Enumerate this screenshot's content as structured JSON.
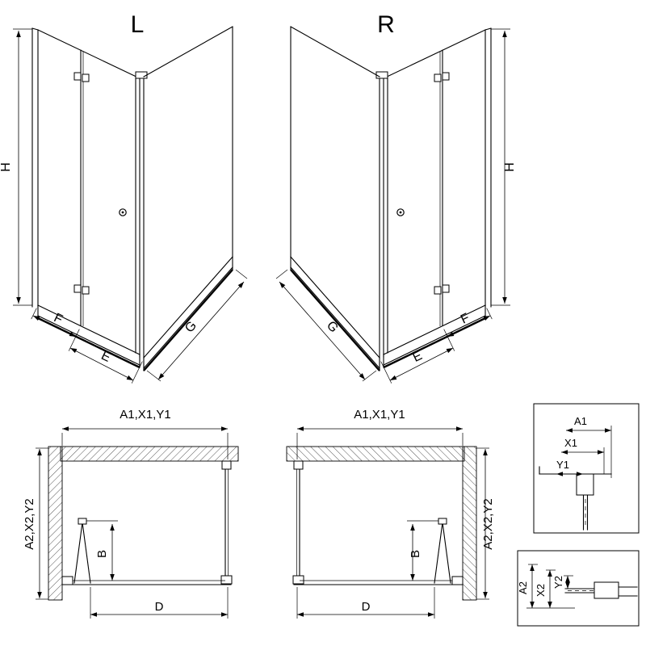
{
  "drawing": {
    "background": "#ffffff",
    "ink": "#000000"
  },
  "perspective_views": {
    "left": {
      "variant": "L",
      "height": "H",
      "fold_width": "F",
      "entry": "E",
      "side_panel": "G"
    },
    "right": {
      "variant": "R",
      "height": "H",
      "fold_width": "F",
      "entry": "E",
      "side_panel": "G"
    }
  },
  "plan_views": {
    "left": {
      "top_dims": "A1,X1,Y1",
      "side_dims": "A2,X2,Y2",
      "door_projection": "B",
      "entry_width": "D"
    },
    "right": {
      "top_dims": "A1,X1,Y1",
      "side_dims": "A2,X2,Y2",
      "door_projection": "B",
      "entry_width": "D"
    }
  },
  "details": {
    "top": {
      "a1": "A1",
      "x1": "X1",
      "y1": "Y1"
    },
    "bottom": {
      "a2": "A2",
      "x2": "X2",
      "y2": "Y2"
    }
  }
}
